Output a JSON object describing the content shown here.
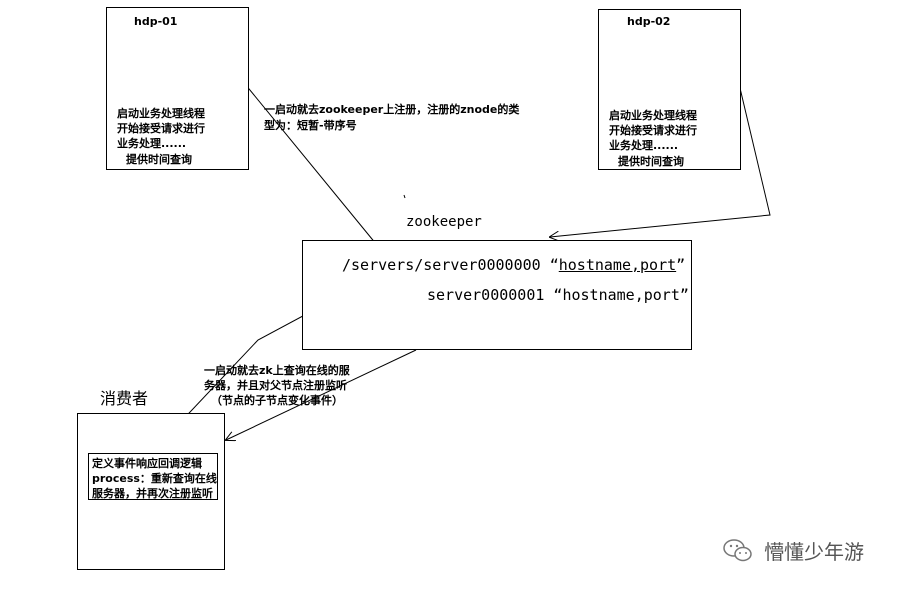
{
  "hdp01": {
    "title": "hdp-01",
    "lines": [
      "启动业务处理线程",
      "开始接受请求进行",
      "业务处理......",
      "提供时间查询"
    ]
  },
  "hdp02": {
    "title": "hdp-02",
    "lines": [
      "启动业务处理线程",
      "开始接受请求进行",
      "业务处理......",
      "提供时间查询"
    ]
  },
  "register_note": {
    "line1": "一启动就去zookeeper上注册，注册的znode的类",
    "line2": "型为：短暂-带序号"
  },
  "zookeeper": {
    "label": "zookeeper",
    "path1_prefix": "/servers/server0000000 “",
    "path1_value": "hostname,port",
    "path1_suffix": "”",
    "path2": "server0000001 “hostname,port”"
  },
  "query_note": {
    "line1": "一启动就去zk上查询在线的服",
    "line2": "务器，并且对父节点注册监听",
    "line3": "（节点的子节点变化事件）"
  },
  "consumer": {
    "label": "消费者",
    "callback_lines": [
      "定义事件响应回调逻辑",
      "process：重新查询在线",
      "服务器，并再次注册监听"
    ]
  },
  "watermark": {
    "text": "懵懂少年游"
  },
  "colors": {
    "underline_red": "#cc0000",
    "line": "#000000",
    "watermark": "#555555"
  },
  "icons": [
    "wechat-icon"
  ]
}
